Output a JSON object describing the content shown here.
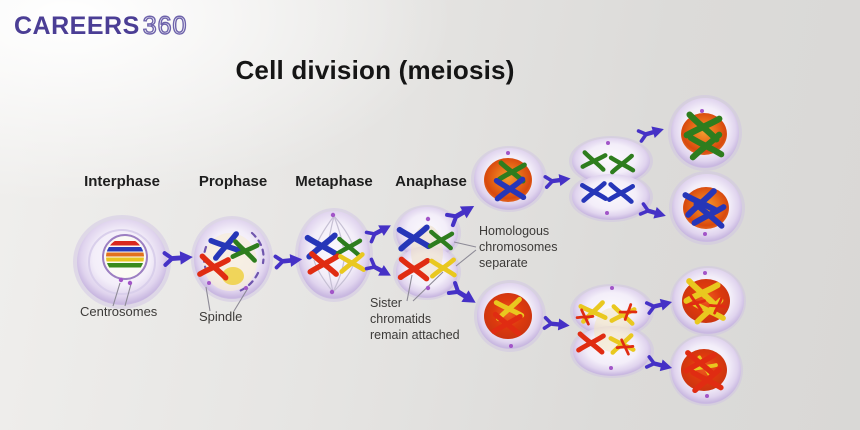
{
  "brand": {
    "name": "CAREERS",
    "suffix": "360"
  },
  "title": "Cell division (meiosis)",
  "stages": [
    {
      "label": "Interphase"
    },
    {
      "label": "Prophase"
    },
    {
      "label": "Metaphase"
    },
    {
      "label": "Anaphase"
    }
  ],
  "annotations": {
    "centrosomes": "Centrosomes",
    "spindle": "Spindle",
    "homologous": "Homologous\nchromosomes\nseparate",
    "sister": "Sister\nchromatids\nremain attached"
  },
  "colors": {
    "brand_purple": "#4b3e95",
    "arrow": "#4531c6",
    "chromosome_blue": "#2636b8",
    "chromosome_green": "#2e7d1e",
    "chromosome_red": "#e02c12",
    "chromosome_yellow": "#e9c81f",
    "cell_membrane": "#c9b7e0",
    "nucleus_orange": "#e8701f",
    "nucleus_red": "#d43a10",
    "centriole_dot": "#a255c8"
  }
}
